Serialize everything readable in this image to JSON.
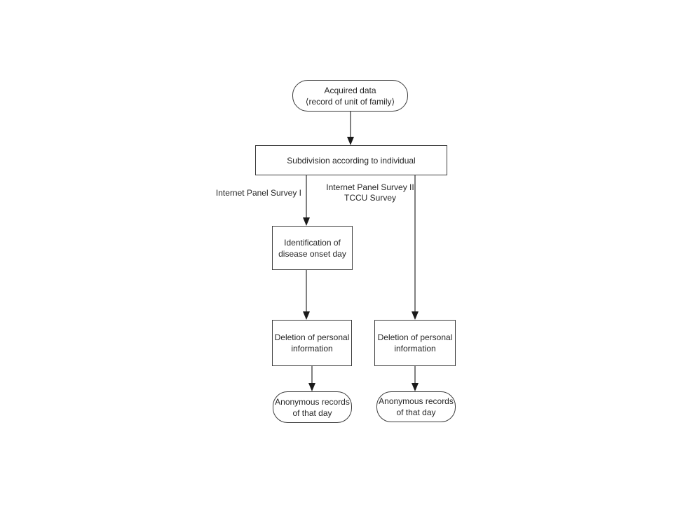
{
  "diagram": {
    "title_hint": "Data anonymization flowchart",
    "colors": {
      "background": "#ffffff",
      "line": "#3d3d3d",
      "arrowhead": "#1a1a1a",
      "text": "#262626"
    },
    "nodes": {
      "acquired": {
        "shape": "stadium",
        "line1": "Acquired data",
        "line2": "⟨record of unit of family⟩"
      },
      "subdivision": {
        "shape": "rect",
        "line1": "Subdivision according to individual"
      },
      "identification": {
        "shape": "rect",
        "line1": "Identification of",
        "line2": "disease onset day"
      },
      "deletion_left": {
        "shape": "rect",
        "line1": "Deletion of personal",
        "line2": "information"
      },
      "deletion_right": {
        "shape": "rect",
        "line1": "Deletion of personal",
        "line2": "information"
      },
      "anonymous_left": {
        "shape": "stadium",
        "line1": "Anonymous records",
        "line2": "of that day"
      },
      "anonymous_right": {
        "shape": "stadium",
        "line1": "Anonymous records",
        "line2": "of that day"
      }
    },
    "branch_labels": {
      "left": {
        "line1": "Internet Panel Survey I"
      },
      "right": {
        "line1": "Internet Panel Survey II",
        "line2": "TCCU Survey"
      }
    }
  }
}
